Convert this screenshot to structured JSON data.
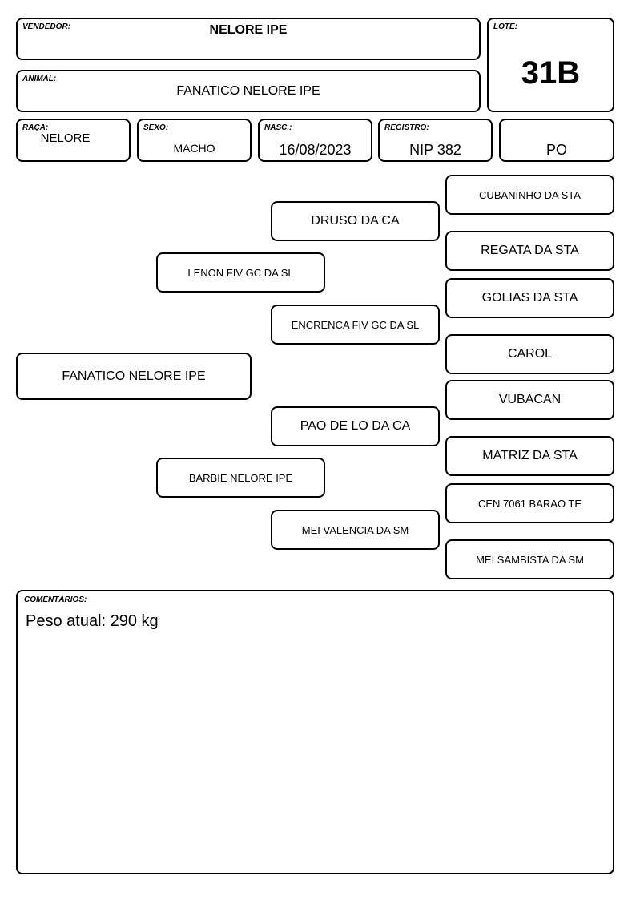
{
  "header": {
    "vendedor_label": "VENDEDOR:",
    "vendedor": "NELORE IPE",
    "lote_label": "LOTE:",
    "lote": "31B",
    "animal_label": "ANIMAL:",
    "animal": "FANATICO NELORE IPE"
  },
  "info": {
    "raca_label": "RAÇA:",
    "raca": "NELORE",
    "sexo_label": "SEXO:",
    "sexo": "MACHO",
    "nasc_label": "NASC.:",
    "nasc": "16/08/2023",
    "registro_label": "REGISTRO:",
    "registro": "NIP 382",
    "categoria": "PO"
  },
  "pedigree": {
    "animal": "FANATICO NELORE IPE",
    "sire": "LENON FIV GC DA SL",
    "dam": "BARBIE NELORE IPE",
    "sire_sire": "DRUSO DA CA",
    "sire_dam": "ENCRENCA FIV GC DA SL",
    "dam_sire": "PAO DE LO DA CA",
    "dam_dam": "MEI VALENCIA DA SM",
    "ggp": [
      "CUBANINHO DA STA",
      "REGATA DA STA",
      "GOLIAS DA STA",
      "CAROL",
      "VUBACAN",
      "MATRIZ DA STA",
      "CEN 7061 BARAO TE",
      "MEI SAMBISTA DA SM"
    ]
  },
  "comments": {
    "label": "COMENTÁRIOS:",
    "text": "Peso atual: 290 kg"
  }
}
